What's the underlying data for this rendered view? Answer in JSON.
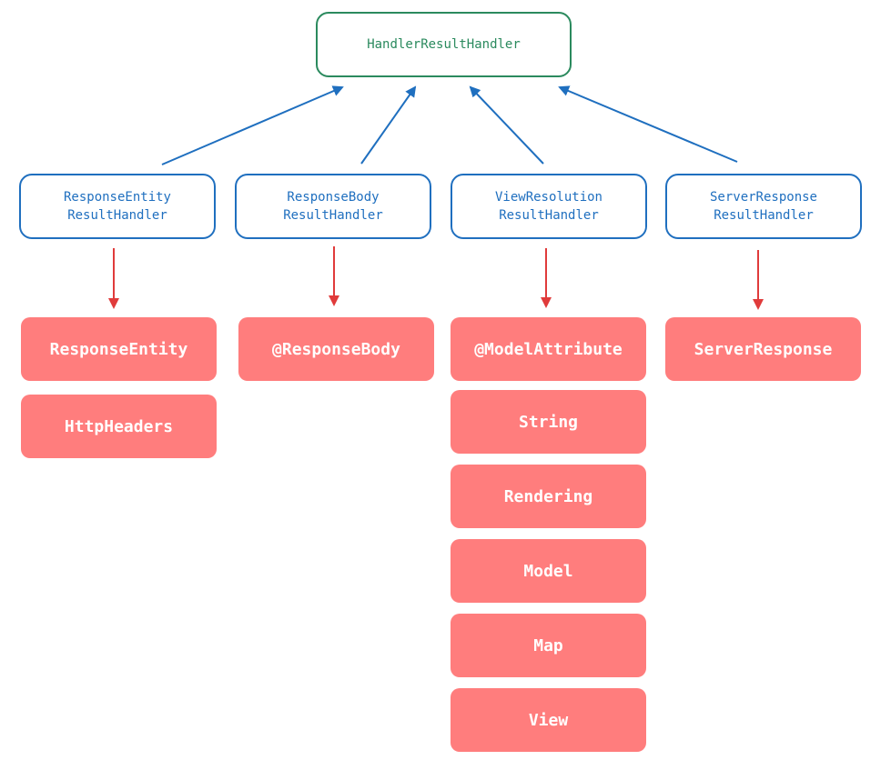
{
  "root": {
    "label": "HandlerResultHandler"
  },
  "handlers": [
    {
      "line1": "ResponseEntity",
      "line2": "ResultHandler",
      "types": [
        "ResponseEntity",
        "HttpHeaders"
      ]
    },
    {
      "line1": "ResponseBody",
      "line2": "ResultHandler",
      "types": [
        "@ResponseBody"
      ]
    },
    {
      "line1": "ViewResolution",
      "line2": "ResultHandler",
      "types": [
        "@ModelAttribute",
        "String",
        "Rendering",
        "Model",
        "Map",
        "View"
      ]
    },
    {
      "line1": "ServerResponse",
      "line2": "ResultHandler",
      "types": [
        "ServerResponse"
      ]
    }
  ],
  "colors": {
    "root": "#2b8a5e",
    "handler": "#1f6fbf",
    "type_fill": "#ff7d7d",
    "down_arrow": "#e03b3b"
  }
}
